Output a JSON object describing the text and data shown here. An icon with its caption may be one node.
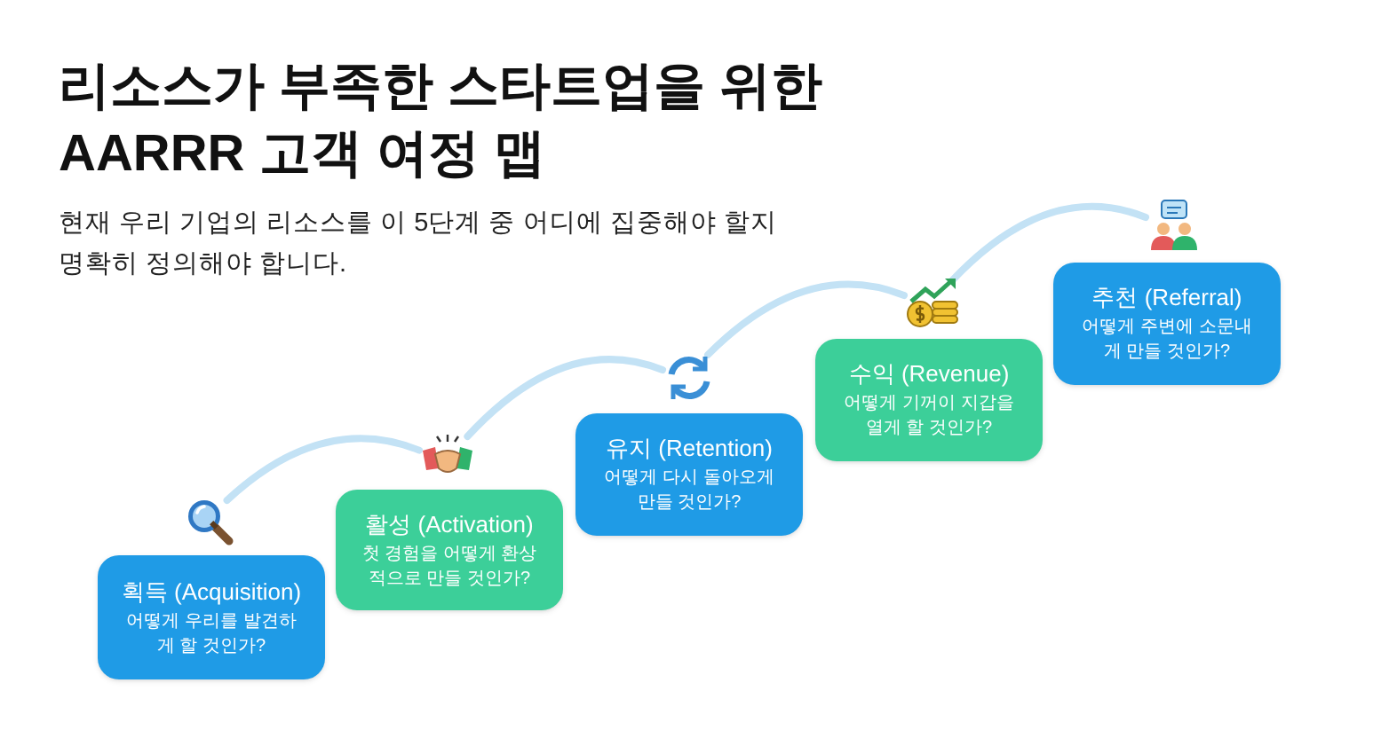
{
  "diagram": {
    "title": "리소스가 부족한 스타트업을 위한 AARRR 고객 여정 맵",
    "nodes": [
      {
        "text": [
          "획득 (Acquisition)",
          "어떻게 우리를 발견하게 할 것인가?"
        ]
      },
      {
        "text": [
          "활성 (Activation)",
          "첫 경험을 어떻게 환상적으로 만들 것인가?"
        ]
      },
      {
        "text": [
          "유지 (Retention)",
          "어떻게 다시 돌아오게 만들 것인가?"
        ]
      },
      {
        "text": [
          "수익 (Revenue)",
          "어떻게 기꺼이 지갑을 열게 할 것인가?"
        ]
      },
      {
        "text": [
          "추천 (Referral)",
          "어떻게 주변에 소문내게 만들 것인가?"
        ]
      },
      {
        "text": [],
        "shape": "picture"
      },
      {
        "text": [],
        "shape": "picture"
      },
      {
        "text": [],
        "shape": "picture"
      },
      {
        "text": [],
        "shape": "picture"
      },
      {
        "text": [],
        "shape": "picture"
      }
    ],
    "edges": [
      {
        "from": 5,
        "to": 6,
        "arrow": "none"
      },
      {
        "from": 6,
        "to": 7,
        "arrow": "none"
      },
      {
        "from": 7,
        "to": 8,
        "arrow": "none"
      },
      {
        "from": 8,
        "to": 9,
        "arrow": "none"
      }
    ],
    "labels": [
      "현재 우리 기업의 리소스를 이 5단계 중 어디에 집중해야 할지 명확히 정의해야 합니다."
    ]
  }
}
